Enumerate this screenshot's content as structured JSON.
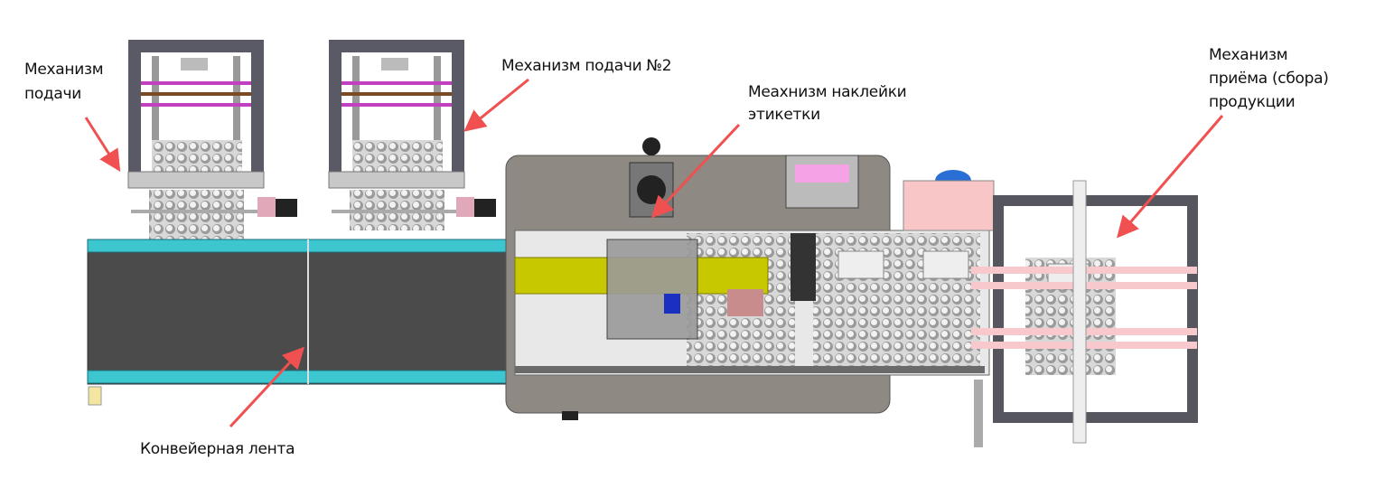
{
  "labels": {
    "feeder1": [
      "Механизм",
      "подачи"
    ],
    "feeder2": "Механизм подачи №2",
    "labeler": [
      "Меахнизм наклейки",
      "этикетки"
    ],
    "receiver": [
      "Механизм",
      "приёма (сбора)",
      "продукции"
    ],
    "conveyor": "Конвейерная лента"
  },
  "colors": {
    "arrow": "#f05050",
    "frame": "#5a5a66",
    "conveyor_belt": "#4b4b4b",
    "conveyor_rail": "#3cc6d0",
    "body": "#8e8983",
    "label_bar": "#c8c800",
    "screen": "#f5a3e6"
  }
}
